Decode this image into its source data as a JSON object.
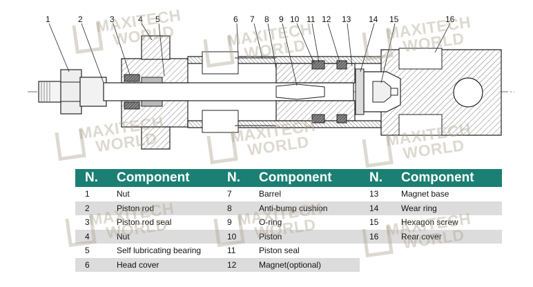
{
  "callouts": [
    "1",
    "2",
    "3",
    "4",
    "5",
    "6",
    "7",
    "8",
    "9",
    "10",
    "11",
    "12",
    "13",
    "14",
    "15",
    "16"
  ],
  "table": {
    "headers": [
      "N.",
      "Component",
      "N.",
      "Component",
      "N.",
      "Component"
    ],
    "rows": [
      [
        {
          "n": "1",
          "c": "Nut"
        },
        {
          "n": "7",
          "c": "Barrel"
        },
        {
          "n": "13",
          "c": "Magnet base"
        }
      ],
      [
        {
          "n": "2",
          "c": "Piston rod"
        },
        {
          "n": "8",
          "c": "Anti-bump cushion"
        },
        {
          "n": "14",
          "c": "Wear ring"
        }
      ],
      [
        {
          "n": "3",
          "c": "Piston rod seal"
        },
        {
          "n": "9",
          "c": "O-ring"
        },
        {
          "n": "15",
          "c": "Hexagon screw"
        }
      ],
      [
        {
          "n": "4",
          "c": "Nut"
        },
        {
          "n": "10",
          "c": "Piston"
        },
        {
          "n": "16",
          "c": "Rear cover"
        }
      ],
      [
        {
          "n": "5",
          "c": "Self lubricating bearing"
        },
        {
          "n": "11",
          "c": "Piston seal"
        },
        {
          "n": "",
          "c": ""
        }
      ],
      [
        {
          "n": "6",
          "c": "Head cover"
        },
        {
          "n": "12",
          "c": "Magnet(optional)"
        },
        {
          "n": "",
          "c": ""
        }
      ]
    ]
  },
  "watermark": {
    "line1": "MAXITECH",
    "line2": "WORLD"
  },
  "colors": {
    "header_bg": "#1b7f73",
    "row_alt": "#dcdcdc",
    "outline": "#222222",
    "hatch": "#555555"
  }
}
